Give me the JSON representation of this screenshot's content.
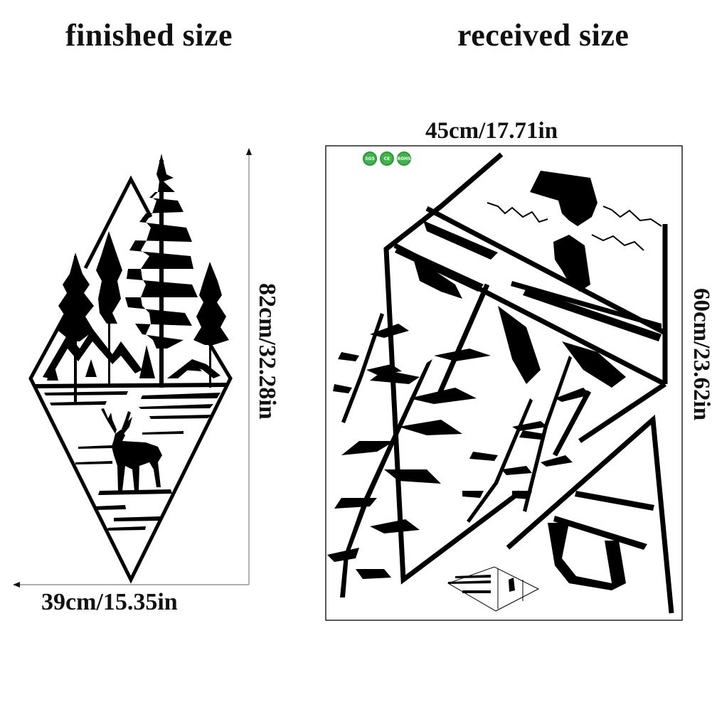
{
  "headings": {
    "finished": "finished size",
    "received": "received size"
  },
  "finished_panel": {
    "height_label": "82cm/32.28in",
    "width_label": "39cm/15.35in",
    "illustration": "diamond-shaped decal with pine trees, mountains and a standing deer"
  },
  "received_panel": {
    "width_label": "45cm/17.71in",
    "height_label": "60cm/23.62in",
    "illustration": "decal sheet with pieces laid out: diamond frame segments, fern/pine branches, mountains, deer",
    "badges": [
      {
        "icon": "certification-badge-icon",
        "text": "SGS"
      },
      {
        "icon": "certification-badge-icon",
        "text": "CE"
      },
      {
        "icon": "certification-badge-icon",
        "text": "ROHS"
      }
    ],
    "thumbnail": "small preview of finished diamond decal"
  },
  "colors": {
    "ink": "#000000",
    "background": "#ffffff",
    "guide_line": "#808080",
    "badge_green": "#3fb64a"
  }
}
